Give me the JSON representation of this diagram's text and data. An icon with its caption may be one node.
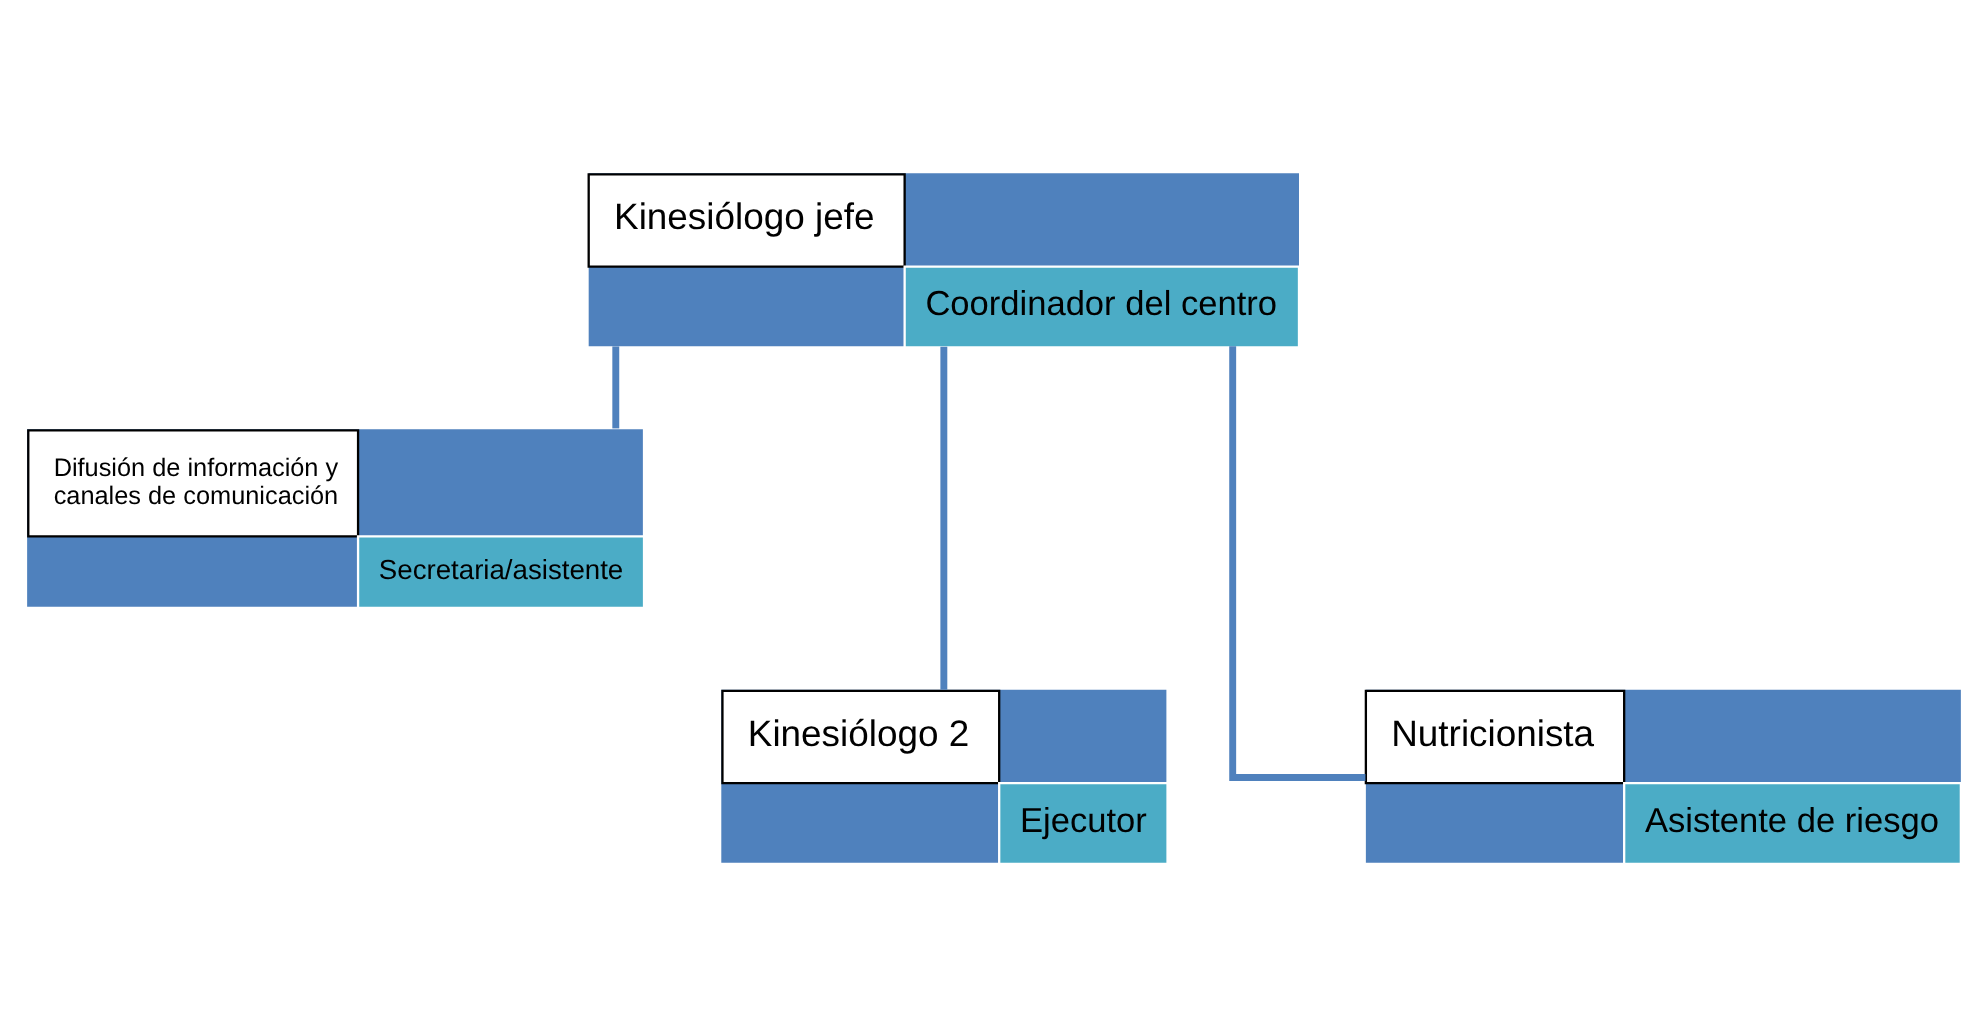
{
  "diagram": {
    "nodes": [
      {
        "text": [
          "Kinesiólogo jefe",
          "Coordinador del centro"
        ]
      },
      {
        "text": [
          "Difusión de información y canales de comunicación",
          "Secretaria/asistente"
        ]
      },
      {
        "text": [
          "Kinesiólogo 2",
          "Ejecutor"
        ]
      },
      {
        "text": [
          "Nutricionista",
          "Asistente de riesgo"
        ]
      }
    ],
    "edges": [
      {
        "from": 0,
        "to": 1,
        "arrow": "none"
      },
      {
        "from": 0,
        "to": 2,
        "arrow": "none"
      },
      {
        "from": 0,
        "to": 3,
        "arrow": "none"
      }
    ]
  }
}
